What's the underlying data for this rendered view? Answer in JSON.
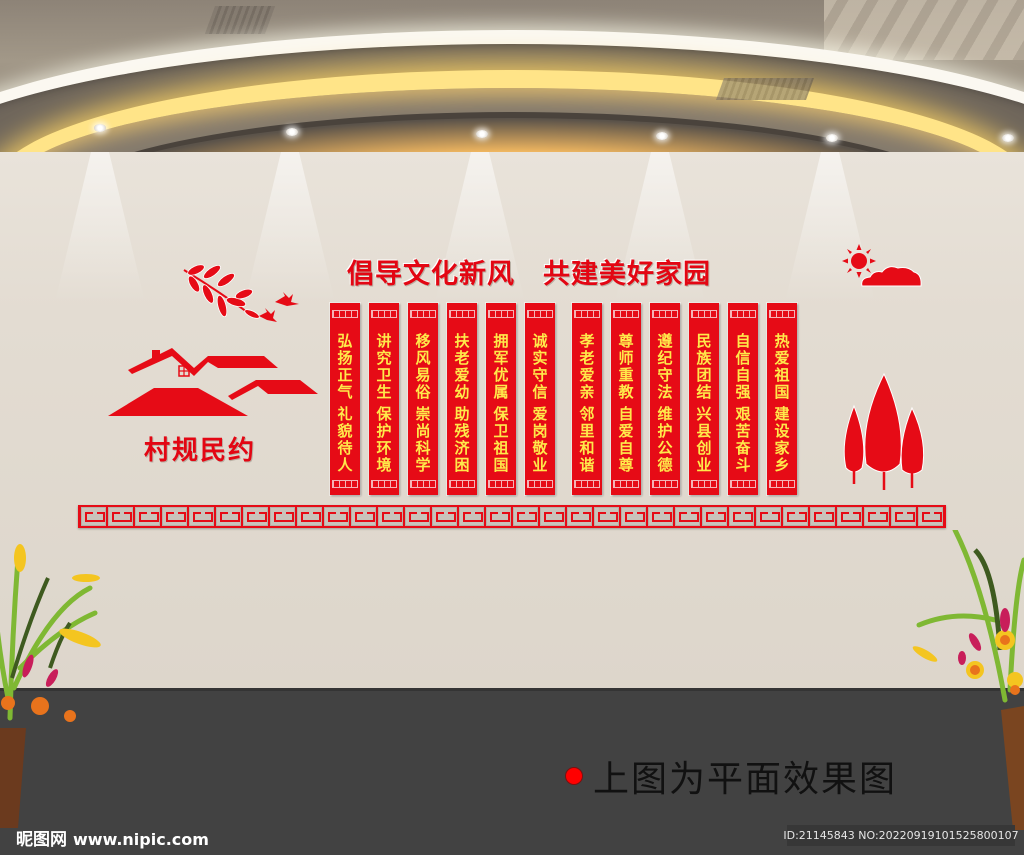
{
  "scene": {
    "type": "wall display rendering",
    "colors": {
      "accent_red": "#e60b16",
      "banner_text_yellow": "#ffe94a",
      "wall": "#e3dcd2",
      "floor": "#424242"
    }
  },
  "headline": {
    "left": "倡导文化新风",
    "right": "共建美好家园"
  },
  "village_title": "村规民约",
  "banners": [
    {
      "line1": "弘扬正气",
      "line2": "礼貌待人"
    },
    {
      "line1": "讲究卫生",
      "line2": "保护环境"
    },
    {
      "line1": "移风易俗",
      "line2": "崇尚科学"
    },
    {
      "line1": "扶老爱幼",
      "line2": "助残济困"
    },
    {
      "line1": "拥军优属",
      "line2": "保卫祖国"
    },
    {
      "line1": "诚实守信",
      "line2": "爱岗敬业"
    },
    {
      "line1": "孝老爱亲",
      "line2": "邻里和谐"
    },
    {
      "line1": "尊师重教",
      "line2": "自爱自尊"
    },
    {
      "line1": "遵纪守法",
      "line2": "维护公德"
    },
    {
      "line1": "民族团结",
      "line2": "兴县创业"
    },
    {
      "line1": "自信自强",
      "line2": "艰苦奋斗"
    },
    {
      "line1": "热爱祖国",
      "line2": "建设家乡"
    }
  ],
  "icons": [
    "leaf-branch-icon",
    "birds-icon",
    "houses-icon",
    "sun-icon",
    "cloud-icon",
    "trees-icon",
    "plant-icon"
  ],
  "caption": "上图为平面效果图",
  "watermark": {
    "logo": "昵图网",
    "site": "www.nipic.com",
    "id_text": "ID:21145843 NO:20220919101525800107"
  }
}
